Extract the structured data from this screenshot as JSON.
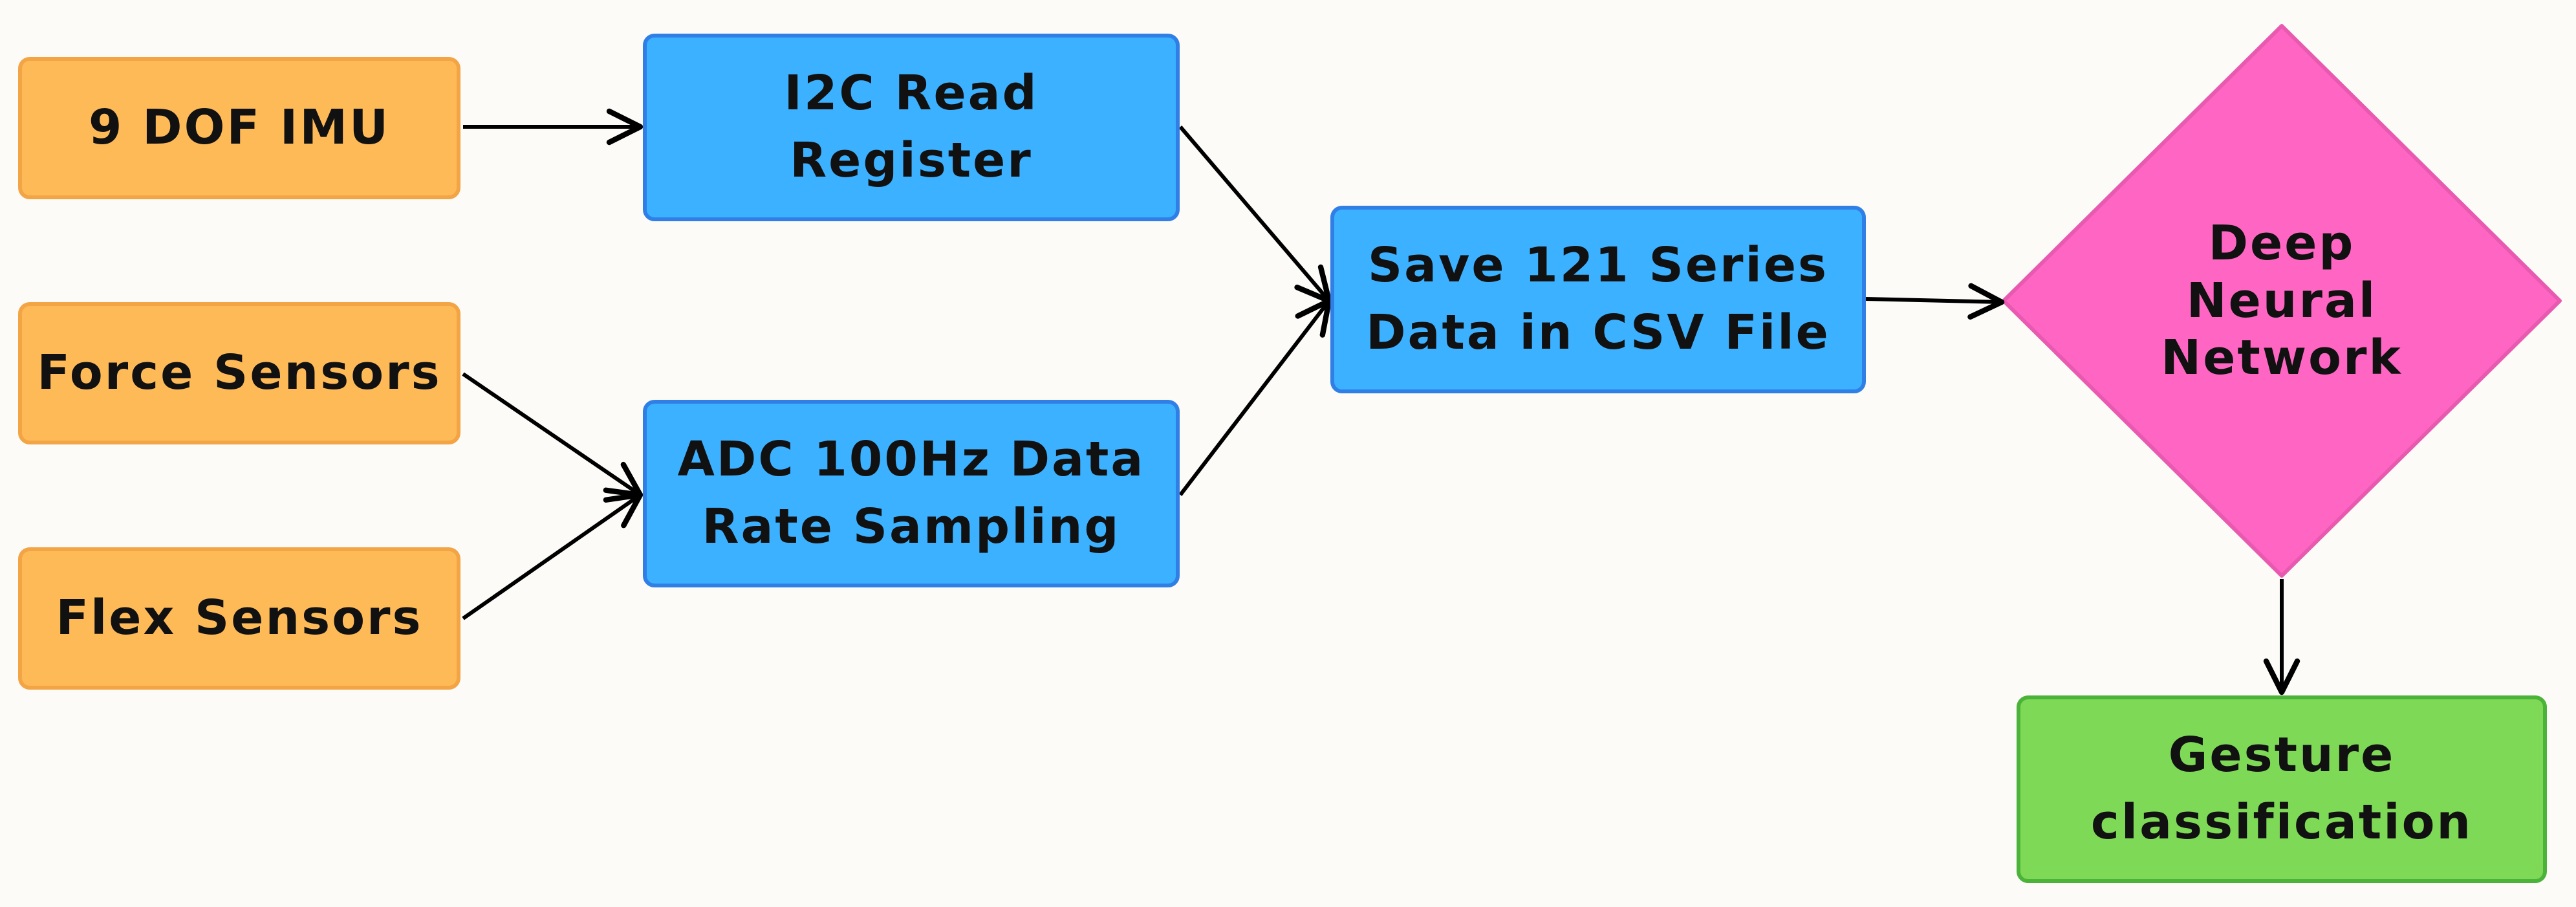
{
  "nodes": {
    "imu": {
      "label": "9 DOF IMU",
      "color": "#ffba58"
    },
    "force": {
      "label": "Force Sensors",
      "color": "#ffba58"
    },
    "flex": {
      "label": "Flex Sensors",
      "color": "#ffba58"
    },
    "i2c": {
      "label": "I2C Read\nRegister",
      "color": "#3bb1ff"
    },
    "adc": {
      "label": "ADC 100Hz Data\nRate Sampling",
      "color": "#3bb1ff"
    },
    "save": {
      "label": "Save 121 Series\nData in CSV File",
      "color": "#3bb1ff"
    },
    "dnn": {
      "label": "Deep\nNeural\nNetwork",
      "color": "#ff66c4"
    },
    "gesture": {
      "label": "Gesture\nclassification",
      "color": "#7ed957"
    }
  },
  "edges": [
    {
      "from": "imu",
      "to": "i2c"
    },
    {
      "from": "force",
      "to": "adc"
    },
    {
      "from": "flex",
      "to": "adc"
    },
    {
      "from": "i2c",
      "to": "save"
    },
    {
      "from": "adc",
      "to": "save"
    },
    {
      "from": "save",
      "to": "dnn"
    },
    {
      "from": "dnn",
      "to": "gesture"
    }
  ]
}
